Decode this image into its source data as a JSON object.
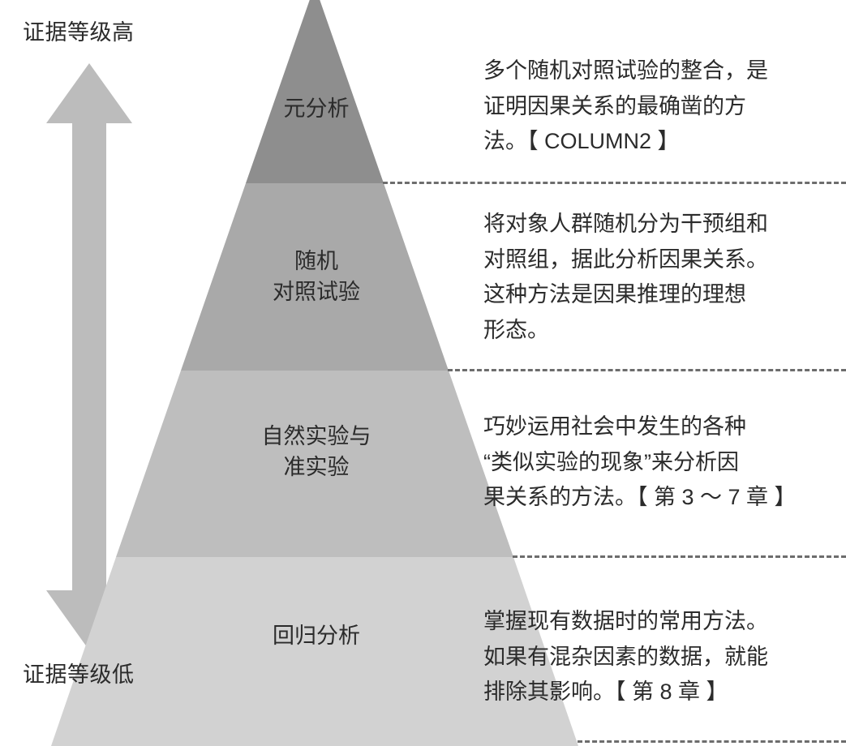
{
  "figure": {
    "type": "evidence-level-pyramid",
    "axis": {
      "top_label": "证据等级高",
      "bottom_label": "证据等级低",
      "arrow_icon": "double-headed-vertical-arrow",
      "arrow_color": "#bcbcbc"
    },
    "background_color": "#ffffff",
    "text_color": "#2b2b2b",
    "divider_color": "#6d6d6d",
    "tiers": [
      {
        "rank": 1,
        "label": "元分析",
        "color": "#8e8e8e",
        "description": "多个随机对照试验的整合，是\n证明因果关系的最确凿的方\n法。【 COLUMN2 】"
      },
      {
        "rank": 2,
        "label": "随机\n对照试验",
        "color": "#a9a9a9",
        "description": "将对象人群随机分为干预组和\n对照组，据此分析因果关系。\n这种方法是因果推理的理想\n形态。"
      },
      {
        "rank": 3,
        "label": "自然实验与\n准实验",
        "color": "#bebebe",
        "description": "巧妙运用社会中发生的各种\n“类似实验的现象”来分析因\n果关系的方法。【 第 3 ～ 7 章 】"
      },
      {
        "rank": 4,
        "label": "回归分析",
        "color": "#d2d2d2",
        "description": "掌握现有数据时的常用方法。\n如果有混杂因素的数据，就能\n排除其影响。【 第 8 章 】"
      }
    ]
  }
}
